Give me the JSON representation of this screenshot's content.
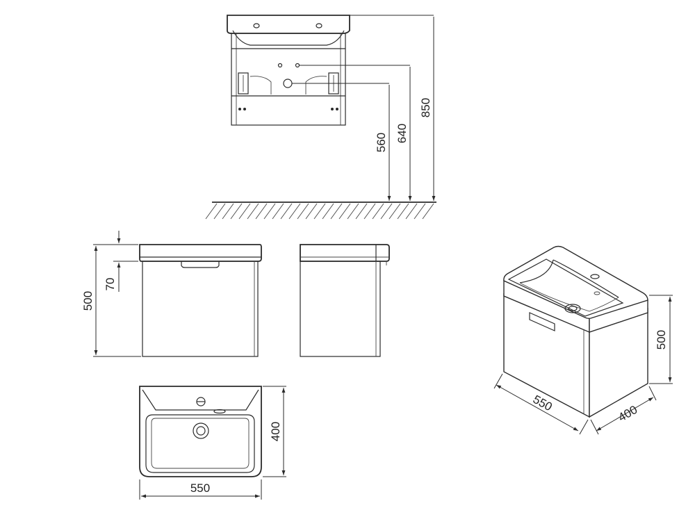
{
  "dimensions": {
    "front_top": {
      "height_850": "850",
      "height_640": "640",
      "height_560": "560"
    },
    "front": {
      "height_500": "500",
      "lip_70": "70"
    },
    "plan": {
      "width_550": "550",
      "depth_400": "400"
    },
    "iso": {
      "height_500": "500",
      "width_550": "550",
      "depth_400": "400"
    }
  }
}
